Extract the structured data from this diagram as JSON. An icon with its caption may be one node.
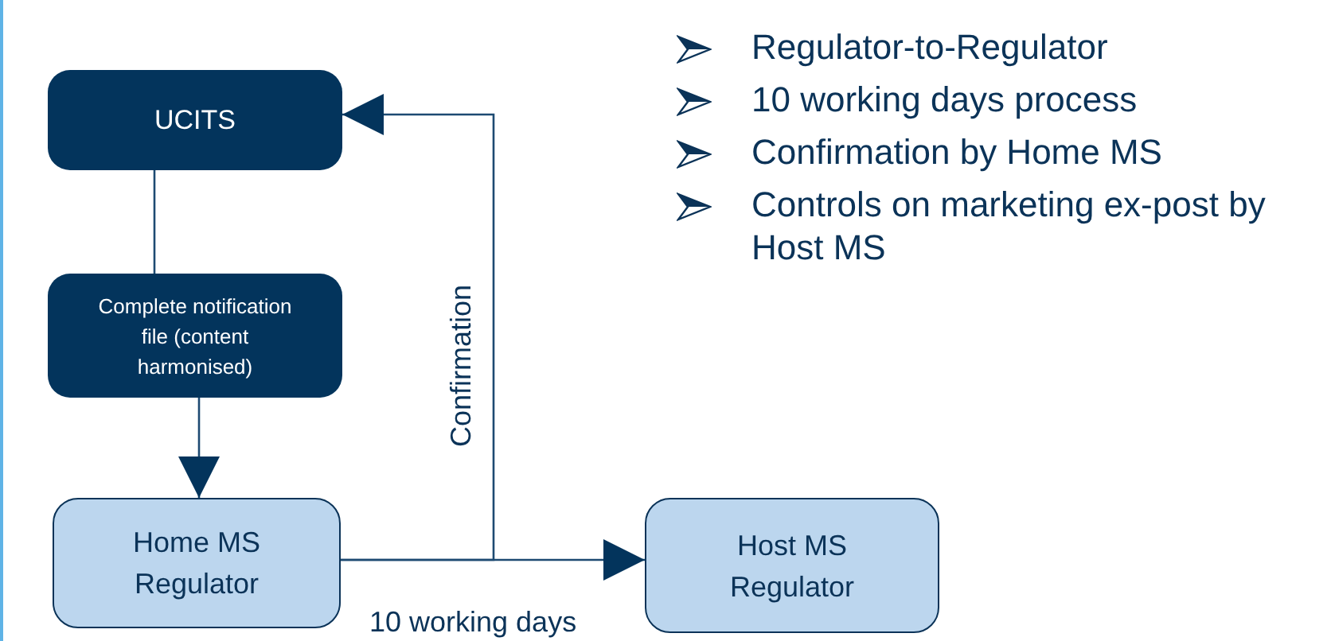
{
  "diagram": {
    "nodes": [
      {
        "text": [
          "UCITS"
        ]
      },
      {
        "text": [
          "Complete notification file (content harmonised)"
        ]
      },
      {
        "text": [
          "Home MS Regulator"
        ]
      },
      {
        "text": [
          "Host MS Regulator"
        ]
      }
    ],
    "edges": [
      {
        "from": 0,
        "to": 1,
        "arrow": "none"
      },
      {
        "from": 1,
        "to": 2,
        "arrow": "to"
      },
      {
        "from": 2,
        "to": 3,
        "arrow": "to",
        "label": "10 working days"
      },
      {
        "from": 2,
        "to": 0,
        "arrow": "to",
        "label": "Confirmation"
      }
    ],
    "labels": [
      "Regulator-to-Regulator",
      "10 working days process",
      "Confirmation by Home MS",
      "Controls on marketing ex-post by Host MS"
    ]
  }
}
